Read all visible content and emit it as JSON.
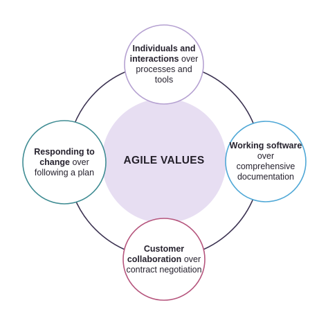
{
  "center": {
    "label": "AGILE VALUES"
  },
  "values": [
    {
      "id": "top",
      "bold": "Individuals and interactions",
      "rest": "over processes and tools",
      "color": "#b5a1d1"
    },
    {
      "id": "right",
      "bold": "Working software",
      "rest": "over comprehensive documentation",
      "color": "#4ea7d6"
    },
    {
      "id": "bottom",
      "bold": "Customer collaboration",
      "rest": "over contract negotiation",
      "color": "#b5547c"
    },
    {
      "id": "left",
      "bold": "Responding to change",
      "rest": "over following a plan",
      "color": "#3f8c93"
    }
  ],
  "colors": {
    "ring": "#3b3251",
    "center_fill": "#e7def2",
    "node_fill": "#ffffff"
  }
}
